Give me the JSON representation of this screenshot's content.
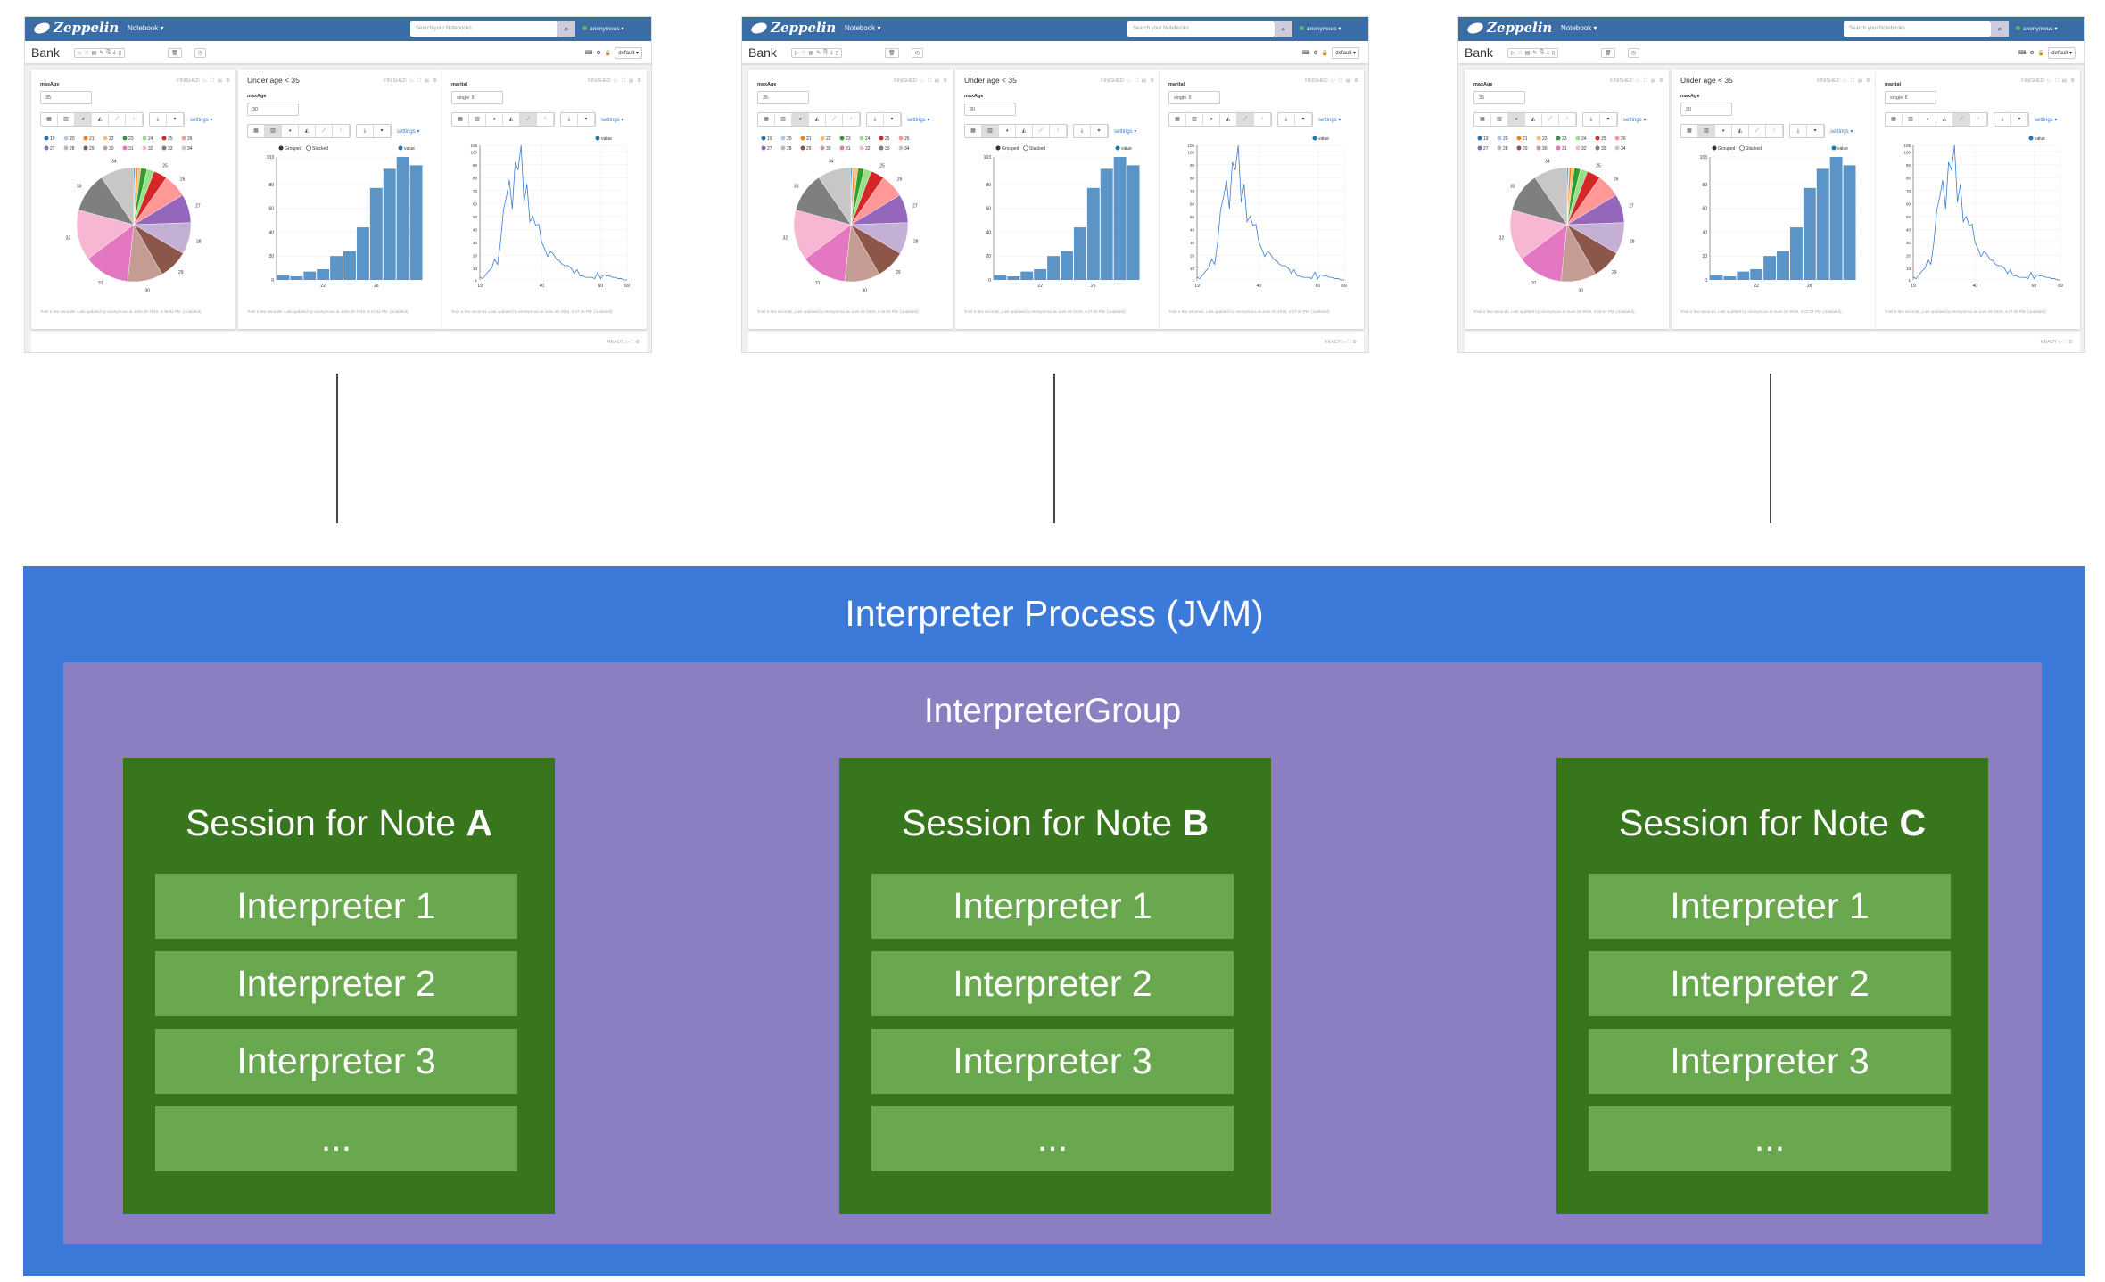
{
  "zeppelin": {
    "brand": "Zeppelin",
    "nav_notebook": "Notebook ▾",
    "search_placeholder": "Search your Notebooks",
    "user": "anonymous ▾",
    "note_title": "Bank",
    "interpreter_binding": "default ▾",
    "paragraphs": [
      {
        "title": "",
        "status": "FINISHED",
        "form_label": "maxAge",
        "form_value": "35",
        "settings": "settings ▾",
        "footer": "Took a few seconds. Last updated by anonymous at June 26 2016, 4:46:52 PM. (outdated)"
      },
      {
        "title": "Under age < 35",
        "status": "FINISHED",
        "form_label": "maxAge",
        "form_value": "30",
        "settings": "settings ▾",
        "legend_grouped": "Grouped",
        "legend_stacked": "Stacked",
        "legend_value": "value",
        "footer": "Took a few seconds. Last updated by anonymous at June 26 2016, 4:47:32 PM. (outdated)"
      },
      {
        "title": "",
        "status": "FINISHED",
        "form_label": "marital",
        "form_value": "single ⇕",
        "settings": "settings ▾",
        "legend_value": "value",
        "footer": "Took a few seconds. Last updated by anonymous at June 26 2016, 4:47:36 PM. (outdated)"
      }
    ],
    "empty_paragraph_status": "READY"
  },
  "chart_data": [
    {
      "type": "pie",
      "categories": [
        "19",
        "20",
        "21",
        "22",
        "23",
        "24",
        "25",
        "26",
        "27",
        "28",
        "29",
        "30",
        "31",
        "32",
        "33",
        "34"
      ],
      "values": [
        4,
        3,
        7,
        9,
        20,
        24,
        44,
        77,
        93,
        103,
        96,
        115,
        150,
        165,
        130,
        110
      ],
      "colors": [
        "#1f77b4",
        "#aec7e8",
        "#ff7f0e",
        "#ffbb78",
        "#2ca02c",
        "#98df8a",
        "#d62728",
        "#ff9896",
        "#9467bd",
        "#c5b0d5",
        "#8c564b",
        "#c49c94",
        "#e377c2",
        "#f7b6d2",
        "#7f7f7f",
        "#c7c7c7"
      ],
      "legend": "top"
    },
    {
      "type": "bar",
      "categories": [
        "19",
        "20",
        "21",
        "22",
        "23",
        "24",
        "25",
        "26",
        "27",
        "28",
        "29"
      ],
      "values": [
        4,
        3,
        7,
        9,
        20,
        24,
        44,
        77,
        93,
        103,
        96
      ],
      "ylim": [
        0,
        103
      ],
      "yticks": [
        0,
        20,
        40,
        60,
        80,
        103
      ],
      "xticks": [
        "22",
        "26"
      ],
      "color": "#5b94c6",
      "grid": true
    },
    {
      "type": "line",
      "x": [
        19,
        20,
        21,
        22,
        23,
        24,
        25,
        26,
        27,
        28,
        29,
        30,
        31,
        32,
        33,
        34,
        35,
        36,
        37,
        38,
        39,
        40,
        41,
        42,
        43,
        44,
        45,
        46,
        47,
        48,
        49,
        50,
        51,
        52,
        53,
        54,
        55,
        56,
        57,
        58,
        59,
        60,
        61,
        62,
        63,
        64,
        65,
        66,
        67,
        68,
        69
      ],
      "values": [
        3,
        2,
        5,
        8,
        10,
        17,
        13,
        30,
        55,
        65,
        78,
        56,
        92,
        86,
        105,
        61,
        75,
        46,
        50,
        43,
        44,
        30,
        25,
        19,
        23,
        21,
        17,
        16,
        13,
        12,
        12,
        10,
        6,
        9,
        4,
        4,
        3,
        3,
        3,
        2,
        7,
        2,
        5,
        4,
        4,
        3,
        3,
        2,
        2,
        1,
        1
      ],
      "ylim": [
        1,
        105
      ],
      "yticks": [
        1,
        10,
        20,
        30,
        40,
        50,
        60,
        70,
        80,
        90,
        100,
        105
      ],
      "xticks": [
        19,
        40,
        60,
        69
      ],
      "color": "#3a7bd5",
      "grid": true
    }
  ],
  "diagram": {
    "process_title": "Interpreter Process (JVM)",
    "group_title": "InterpreterGroup",
    "sessions": [
      {
        "prefix": "Session for Note ",
        "note": "A",
        "interpreters": [
          "Interpreter 1",
          "Interpreter 2",
          "Interpreter 3",
          "..."
        ]
      },
      {
        "prefix": "Session for Note ",
        "note": "B",
        "interpreters": [
          "Interpreter 1",
          "Interpreter 2",
          "Interpreter 3",
          "..."
        ]
      },
      {
        "prefix": "Session for Note ",
        "note": "C",
        "interpreters": [
          "Interpreter 1",
          "Interpreter 2",
          "Interpreter 3",
          "..."
        ]
      }
    ],
    "colors": {
      "process": "#3c7ad9",
      "group": "#8b7ec1",
      "session": "#38761d",
      "interpreter": "#6aa84f"
    }
  }
}
